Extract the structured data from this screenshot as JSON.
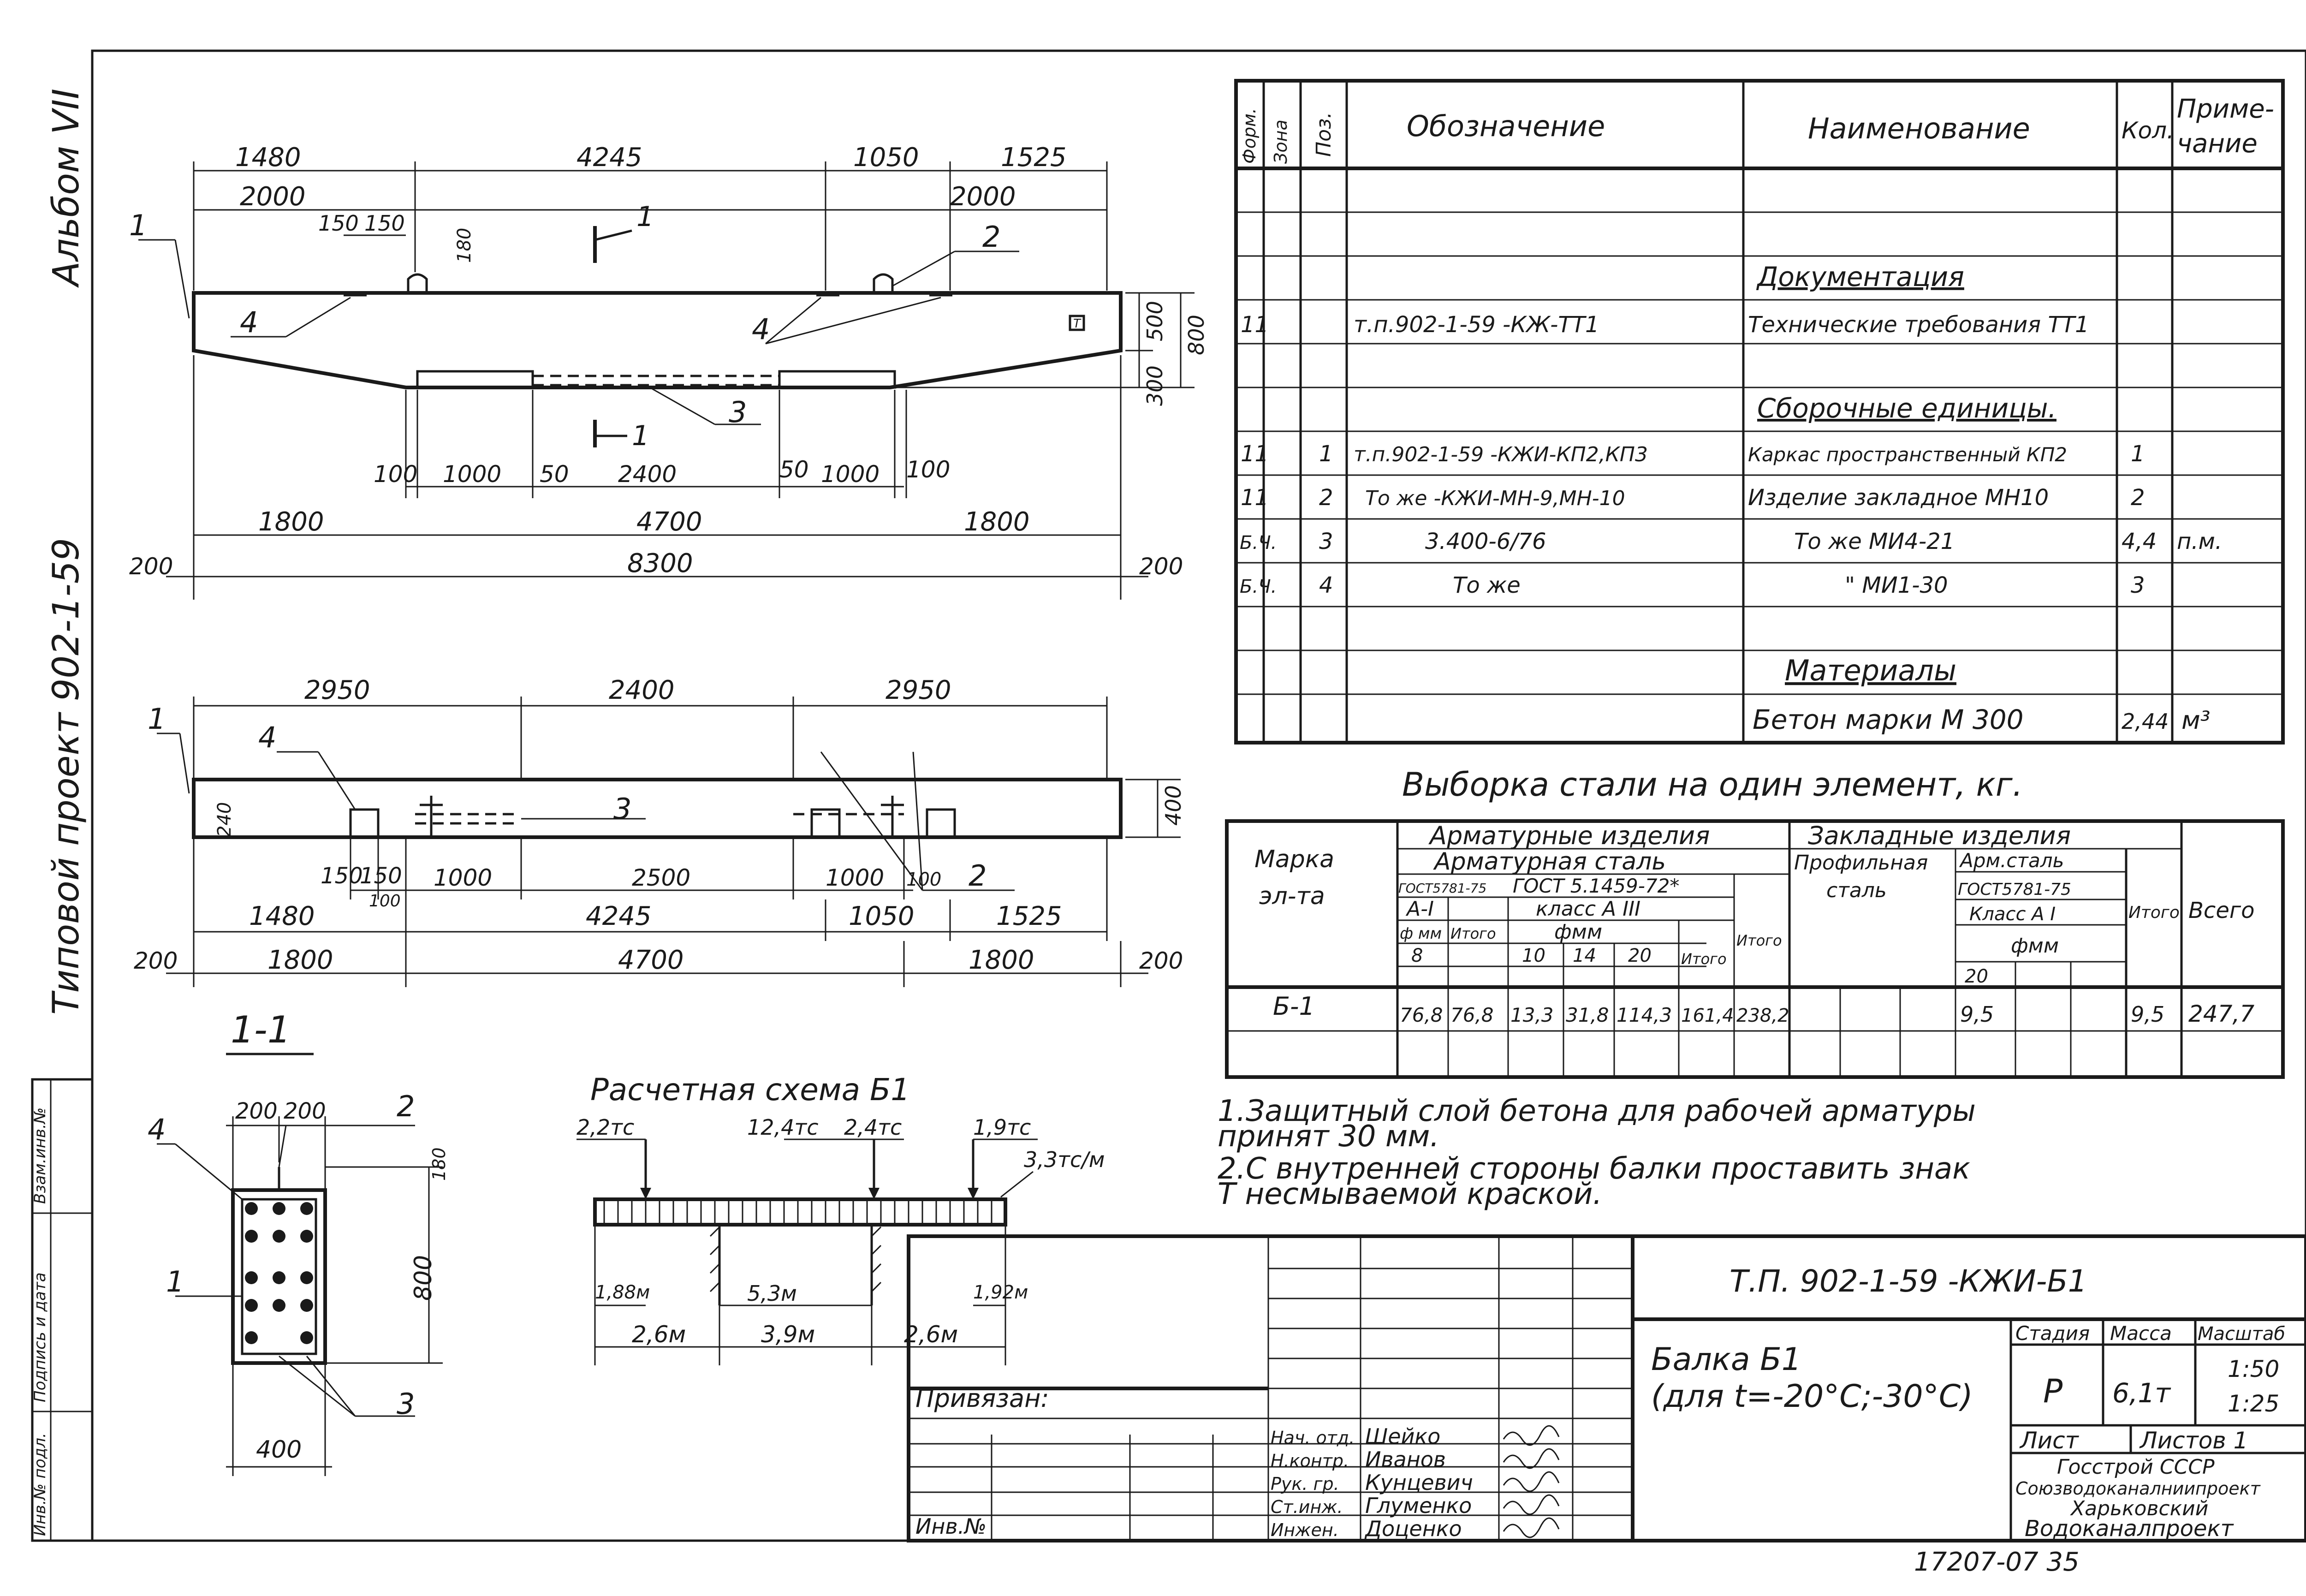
{
  "sheet": {
    "album_label": "Альбом VII",
    "project_label": "Типовой проект 902-1-59",
    "left_stamp": [
      "Инв.№ подл.",
      "Подпись и дата",
      "Взам.инв.№"
    ],
    "sheet_number": "17207-07  35"
  },
  "elevation_view": {
    "top_dims_row1": [
      "1480",
      "4245",
      "1050",
      "1525"
    ],
    "top_dims_row2": [
      "2000",
      "2000"
    ],
    "embed_spacing": [
      "150",
      "150"
    ],
    "embed_height": "180",
    "section_mark": "1",
    "callouts": [
      "1",
      "2",
      "3",
      "4",
      "4"
    ],
    "side_mark": "Т",
    "right_dims": [
      "500",
      "800",
      "300"
    ],
    "bottom_dims_row1": [
      "100",
      "1000",
      "50",
      "2400",
      "50",
      "1000",
      "100"
    ],
    "bottom_dims_row2": [
      "1800",
      "4700",
      "1800"
    ],
    "overall": [
      "200",
      "8300",
      "200"
    ]
  },
  "plan_view": {
    "top_dims": [
      "2950",
      "2400",
      "2950"
    ],
    "callouts": [
      "1",
      "4",
      "3",
      "2"
    ],
    "side_dims": [
      "240",
      "400"
    ],
    "bottom_dims_row1": [
      "150",
      "150",
      "100",
      "1000",
      "2500",
      "1000",
      "100"
    ],
    "bottom_dims_row2": [
      "1480",
      "4245",
      "1050",
      "1525"
    ],
    "bottom_dims_row3": [
      "200",
      "1800",
      "4700",
      "1800",
      "200"
    ]
  },
  "section_view": {
    "title": "1-1",
    "top_dims": [
      "200",
      "200"
    ],
    "height_dims": [
      "180",
      "800"
    ],
    "width_dim": "400",
    "callouts": [
      "4",
      "2",
      "1",
      "3"
    ]
  },
  "calc_scheme": {
    "title": "Расчетная схема Б1",
    "loads": [
      "2,2тс",
      "12,4тс",
      "2,4тс",
      "1,9тс",
      "3,3тс/м"
    ],
    "ordinates": [
      "1,88м",
      "5,3м",
      "1,92м"
    ],
    "spans": [
      "2,6м",
      "3,9м",
      "2,6м"
    ]
  },
  "spec_table": {
    "headers": [
      "Форм.",
      "Зона",
      "Поз.",
      "Обозначение",
      "Наименование",
      "Кол.",
      "Приме-\nчание"
    ],
    "rows": [
      {
        "fmt": "",
        "zone": "",
        "pos": "",
        "code": "",
        "name": "",
        "qty": "",
        "note": ""
      },
      {
        "fmt": "",
        "zone": "",
        "pos": "",
        "code": "",
        "name": "",
        "qty": "",
        "note": ""
      },
      {
        "fmt": "",
        "zone": "",
        "pos": "",
        "code": "",
        "name": "Документация",
        "qty": "",
        "note": "",
        "section": true
      },
      {
        "fmt": "11",
        "zone": "",
        "pos": "",
        "code": "т.п.902-1-59 -КЖ-ТТ1",
        "name": "Технические требования ТТ1",
        "qty": "",
        "note": ""
      },
      {
        "fmt": "",
        "zone": "",
        "pos": "",
        "code": "",
        "name": "",
        "qty": "",
        "note": ""
      },
      {
        "fmt": "",
        "zone": "",
        "pos": "",
        "code": "",
        "name": "Сборочные единицы.",
        "qty": "",
        "note": "",
        "section": true
      },
      {
        "fmt": "11",
        "zone": "",
        "pos": "1",
        "code": "т.п.902-1-59 -КЖИ-КП2,КП3",
        "name": "Каркас пространственный КП2",
        "qty": "1",
        "note": ""
      },
      {
        "fmt": "11",
        "zone": "",
        "pos": "2",
        "code": "То же  -КЖИ-МН-9,МН-10",
        "name": "Изделие закладное МН10",
        "qty": "2",
        "note": ""
      },
      {
        "fmt": "Б.Ч.",
        "zone": "",
        "pos": "3",
        "code": "3.400-6/76",
        "name": "То же   МИ4-21",
        "qty": "4,4",
        "note": "п.м."
      },
      {
        "fmt": "Б.Ч.",
        "zone": "",
        "pos": "4",
        "code": "То же",
        "name": "\"   МИ1-30",
        "qty": "3",
        "note": ""
      },
      {
        "fmt": "",
        "zone": "",
        "pos": "",
        "code": "",
        "name": "",
        "qty": "",
        "note": ""
      },
      {
        "fmt": "",
        "zone": "",
        "pos": "",
        "code": "",
        "name": "Материалы",
        "qty": "",
        "note": "",
        "section": true
      },
      {
        "fmt": "",
        "zone": "",
        "pos": "",
        "code": "",
        "name": "Бетон марки М 300",
        "qty": "2,44",
        "note": "м³"
      }
    ]
  },
  "steel_table": {
    "title": "Выборка стали на один элемент, кг.",
    "h_mark": "Марка эл-та",
    "h_arm_items": "Арматурные изделия",
    "h_arm_steel": "Арматурная сталь",
    "h_gost1": "ГОСТ5781-75",
    "h_gost2": "ГОСТ 5.1459-72*",
    "h_a1": "А-I",
    "h_a3": "класс А III",
    "h_phi": "ф мм",
    "h_phimm": "фмм",
    "h_itogo": "Итого",
    "h_d8": "8",
    "h_d10": "10",
    "h_d14": "14",
    "h_d20": "20",
    "h_embed": "Закладные изделия",
    "h_profile": "Профильная сталь",
    "h_arm_st2": "Арм.сталь",
    "h_gost3": "ГОСТ5781-75",
    "h_a1b": "Класс А I",
    "h_phi2": "фмм",
    "h_d20b": "20",
    "h_itogo2": "Итого",
    "h_total": "Всего",
    "row": {
      "mark": "Б-1",
      "a1_8": "76,8",
      "a1_itogo": "76,8",
      "a3_10": "13,3",
      "a3_14": "31,8",
      "a3_20": "114,3",
      "a3_itogo": "161,4",
      "arm_itogo": "238,2",
      "emb_20": "9,5",
      "emb_itogo": "9,5",
      "total": "247,7"
    }
  },
  "notes": [
    "1.Защитный слой бетона для рабочей арматуры",
    "  принят 30 мм.",
    "2.С внутренней стороны балки проставить знак",
    "  Т несмываемой краской."
  ],
  "title_block": {
    "doc_code": "Т.П. 902-1-59 -КЖИ-Б1",
    "name_line1": "Балка Б1",
    "name_line2": "(для t=-20°С;-30°С)",
    "stage_h": "Стадия",
    "mass_h": "Масса",
    "scale_h": "Масштаб",
    "stage": "Р",
    "mass": "6,1т",
    "scale1": "1:50",
    "scale2": "1:25",
    "sheet_h": "Лист",
    "sheets_h": "Листов 1",
    "org": [
      "Госстрой СССР",
      "Союзводоканалниипроект",
      "Харьковский",
      "Водоканалпроект"
    ],
    "privyazan": "Привязан:",
    "inv": "Инв.№",
    "staff": [
      {
        "role": "Нач. отд.",
        "name": "Шейко"
      },
      {
        "role": "Н.контр.",
        "name": "Иванов"
      },
      {
        "role": "Рук. гр.",
        "name": "Кунцевич"
      },
      {
        "role": "Ст.инж.",
        "name": "Глуменко"
      },
      {
        "role": "Инжен.",
        "name": "Доценко"
      }
    ]
  }
}
